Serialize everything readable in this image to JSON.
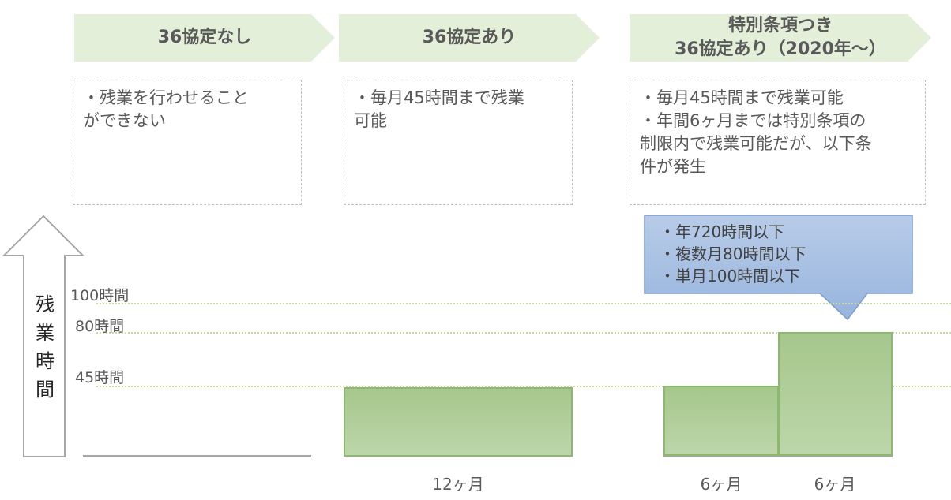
{
  "phases": [
    {
      "title": "36協定なし",
      "description": "・残業を行わせること\nができない"
    },
    {
      "title": "36協定あり",
      "description": "・毎月45時間まで残業\n可能"
    },
    {
      "title": "特別条項つき\n36協定あり（2020年～）",
      "description": "・毎月45時間まで残業可能\n・年間6ヶ月までは特別条項の\n制限内で残業可能だが、以下条\n件が発生"
    }
  ],
  "callout": {
    "text": "・年720時間以下\n・複数月80時間以下\n・単月100時間以下",
    "fill_top": "#b8cce8",
    "fill_bottom": "#97b4dd",
    "border": "#7b9ccc"
  },
  "axis": {
    "title": "残業時間",
    "levels": [
      {
        "label": "100時間",
        "value": 100
      },
      {
        "label": "80時間",
        "value": 80
      },
      {
        "label": "45時間",
        "value": 45
      }
    ]
  },
  "x_labels": {
    "phase2": "12ヶ月",
    "phase3_a": "6ヶ月",
    "phase3_b": "6ヶ月"
  },
  "colors": {
    "chevron_fill": "#e3efd9",
    "bar_fill": "#a9c991",
    "bar_border": "#8cb870",
    "gridline": "#c5dca8",
    "text": "#595959"
  },
  "chart_data": {
    "type": "bar",
    "title": "",
    "ylabel": "残業時間",
    "xlabel": "",
    "categories": [
      "36協定なし",
      "36協定あり (12ヶ月)",
      "特別条項つき (6ヶ月)",
      "特別条項つき (6ヶ月)"
    ],
    "values": [
      0,
      45,
      45,
      80
    ],
    "reference_lines": [
      100,
      80,
      45
    ],
    "ylim": [
      0,
      100
    ]
  }
}
